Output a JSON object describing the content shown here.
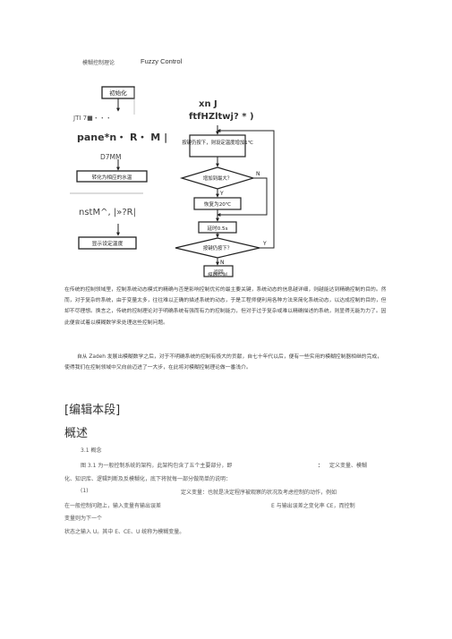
{
  "header": {
    "title_cn": "模糊控制理论",
    "title_en": "Fuzzy Control"
  },
  "flowchart": {
    "left": {
      "init": "初始化",
      "garble_a": "JTI 7■・・・",
      "garble_b": "pane*n・ R・ M |",
      "garble_c": "D7MM",
      "convert": "转化为相应的水温",
      "garble_d": "nstM^, |»?R|",
      "display": "显示设定温度"
    },
    "right": {
      "garble_top1": "xn J",
      "garble_top2": "ftfHZltwj? * )",
      "hold_step": "按键仍按下，则设定温度增加1℃",
      "reach_max": "增加到最大？",
      "restore": "恢复为20℃",
      "delay": "延时0.5s",
      "still_pressed": "按键仍按下？",
      "return": "返回",
      "yes": "Y",
      "no": "N"
    },
    "caption": "模糊控制"
  },
  "paragraphs": {
    "p1": "在传统的控制领域里，控制系统动态模式的精确与否是影响控制优劣的最主要关键，系统动态的信息越详细，则越能达到精确控制的目的。然而，对于复杂的系统，由于变量太多，往往难以正确的描述系统的动态，于是工程师便利用各种方法来简化系统动态，以达成控制的目的，但却不尽理想。换言之，传统的控制理论对于明确系统有强而有力的控制能力，但对于过于复杂或难以精确描述的系统，则显得无能为力了。因此便尝试着以模糊数学来处理这些控制问题。",
    "p2": "自从 Zadeh 发展出模糊数学之后，对于不明确系统的控制有极大的贡献，自七十年代以后，便有一些实用的模糊控制器相继的完成，使得我们在控制领域中又向前迈进了一大步，在此将对模糊控制理论做一番浅介。"
  },
  "edit_section": {
    "label": "编辑本段"
  },
  "overview": {
    "heading": "概述",
    "sub": "3.1 概念",
    "line1": "图 3.1 为一般控制系统的架构，此架构包含了五个主要部分，即",
    "colon": "：",
    "line1_tail": "定义变量、模糊",
    "line2": "化、知识库、逻辑判断及反模糊化，底下将就每一部分做简单的说明：",
    "item_num": "(1)",
    "item_title": "定义变量：也就是决定程序被观察的状况及考虑控制的动作，例如",
    "line3": "在一般控制问题上，输入变量有输出误差",
    "line3_tail": "E 与输出误差之变化率 CE，而控制",
    "line4": "变量则为下一个",
    "line5": "状态之输入 U。其中 E、CE、U 统称为模糊变量。"
  }
}
